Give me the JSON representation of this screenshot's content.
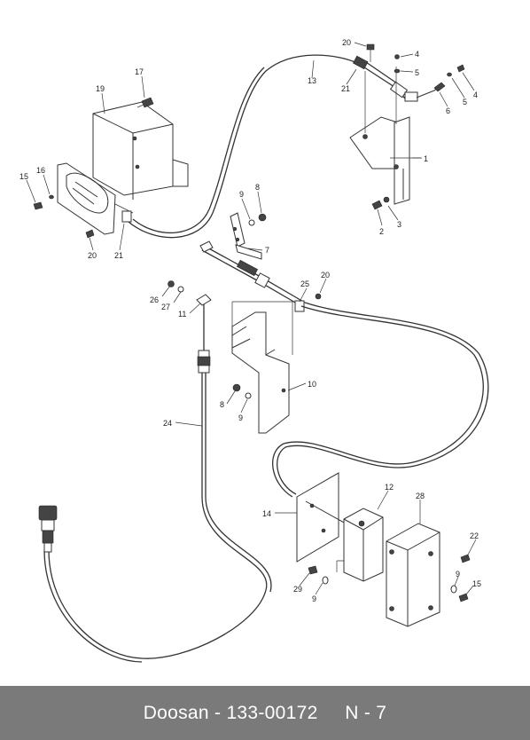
{
  "footer": {
    "brand": "Doosan",
    "part_number": "133-00172",
    "page": "N - 7"
  },
  "labels": {
    "l1": "1",
    "l2": "2",
    "l3": "3",
    "l4a": "4",
    "l4b": "4",
    "l5a": "5",
    "l5b": "5",
    "l6": "6",
    "l7": "7",
    "l8a": "8",
    "l8b": "8",
    "l9a": "9",
    "l9b": "9",
    "l9c": "9",
    "l9d": "9",
    "l10": "10",
    "l11": "11",
    "l12": "12",
    "l13": "13",
    "l14": "14",
    "l15a": "15",
    "l15b": "15",
    "l16": "16",
    "l17": "17",
    "l19": "19",
    "l20a": "20",
    "l20b": "20",
    "l20c": "20",
    "l21a": "21",
    "l21b": "21",
    "l22": "22",
    "l24": "24",
    "l25": "25",
    "l26": "26",
    "l27": "27",
    "l28": "28",
    "l29": "29"
  }
}
